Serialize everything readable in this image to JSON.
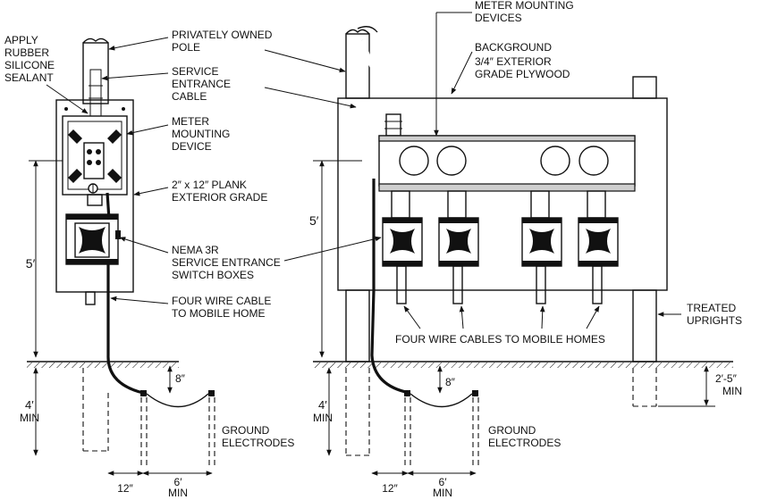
{
  "left_labels": {
    "sealant": [
      "APPLY",
      "RUBBER",
      "SILICONE",
      "SEALANT"
    ],
    "pole": [
      "PRIVATELY OWNED",
      "POLE"
    ],
    "cable": [
      "SERVICE",
      "ENTRANCE",
      "CABLE"
    ],
    "meter": [
      "METER",
      "MOUNTING",
      "DEVICE"
    ],
    "plank": [
      "2″ x 12″ PLANK",
      "EXTERIOR GRADE"
    ],
    "nema": [
      "NEMA 3R",
      "SERVICE ENTRANCE",
      "SWITCH BOXES"
    ],
    "fourwire": [
      "FOUR WIRE CABLE",
      "TO MOBILE HOME"
    ],
    "ground": [
      "GROUND",
      "ELECTRODES"
    ]
  },
  "right_labels": {
    "meter_devices": [
      "METER MOUNTING",
      "DEVICES"
    ],
    "background": [
      "BACKGROUND",
      "3/4″ EXTERIOR",
      "GRADE PLYWOOD"
    ],
    "uprights": [
      "TREATED",
      "UPRIGHTS"
    ],
    "fourwire": "FOUR WIRE CABLES TO MOBILE HOMES",
    "ground": [
      "GROUND",
      "ELECTRODES"
    ]
  },
  "dimensions": {
    "height": "5′",
    "depth": [
      "4′",
      "MIN"
    ],
    "trench": "8″",
    "offset": "12″",
    "spacing": [
      "6′",
      "MIN"
    ],
    "upright_depth": [
      "2′-5″",
      "MIN"
    ]
  }
}
